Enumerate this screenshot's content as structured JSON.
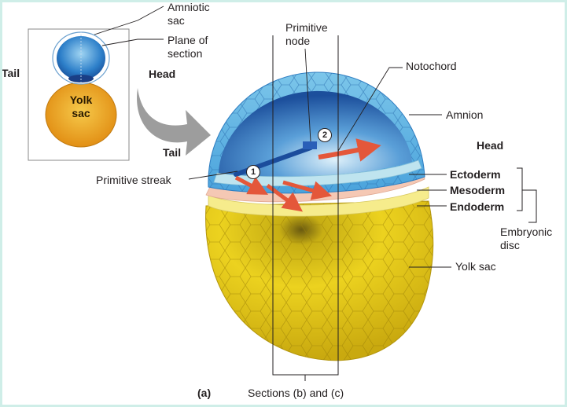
{
  "inset": {
    "amniotic_sac": "Amniotic sac",
    "plane_of_section": "Plane of section",
    "tail": "Tail",
    "yolk_sac": "Yolk sac"
  },
  "main": {
    "head_left": "Head",
    "tail": "Tail",
    "head_right": "Head",
    "primitive_node": "Primitive node",
    "notochord": "Notochord",
    "amnion": "Amnion",
    "primitive_streak": "Primitive streak",
    "ectoderm": "Ectoderm",
    "mesoderm": "Mesoderm",
    "endoderm": "Endoderm",
    "embryonic_disc": "Embryonic disc",
    "yolk_sac": "Yolk sac",
    "step1": "1",
    "step2": "2",
    "panel_letter": "(a)",
    "sections": "Sections (b) and (c)"
  },
  "colors": {
    "amnion_blue": "#4aa3dc",
    "amnion_dark": "#1b5fa8",
    "ectoderm": "#bfe4ef",
    "mesoderm": "#f5c8b4",
    "endoderm": "#f6ec8c",
    "yolk": "#e3cf1e",
    "arrow_red": "#e4573a",
    "inset_yolk": "#f2b21f",
    "border": "#cfeee8"
  },
  "icons": [
    "curved-arrow-icon",
    "red-migration-arrow-icon",
    "step-number-icon"
  ]
}
